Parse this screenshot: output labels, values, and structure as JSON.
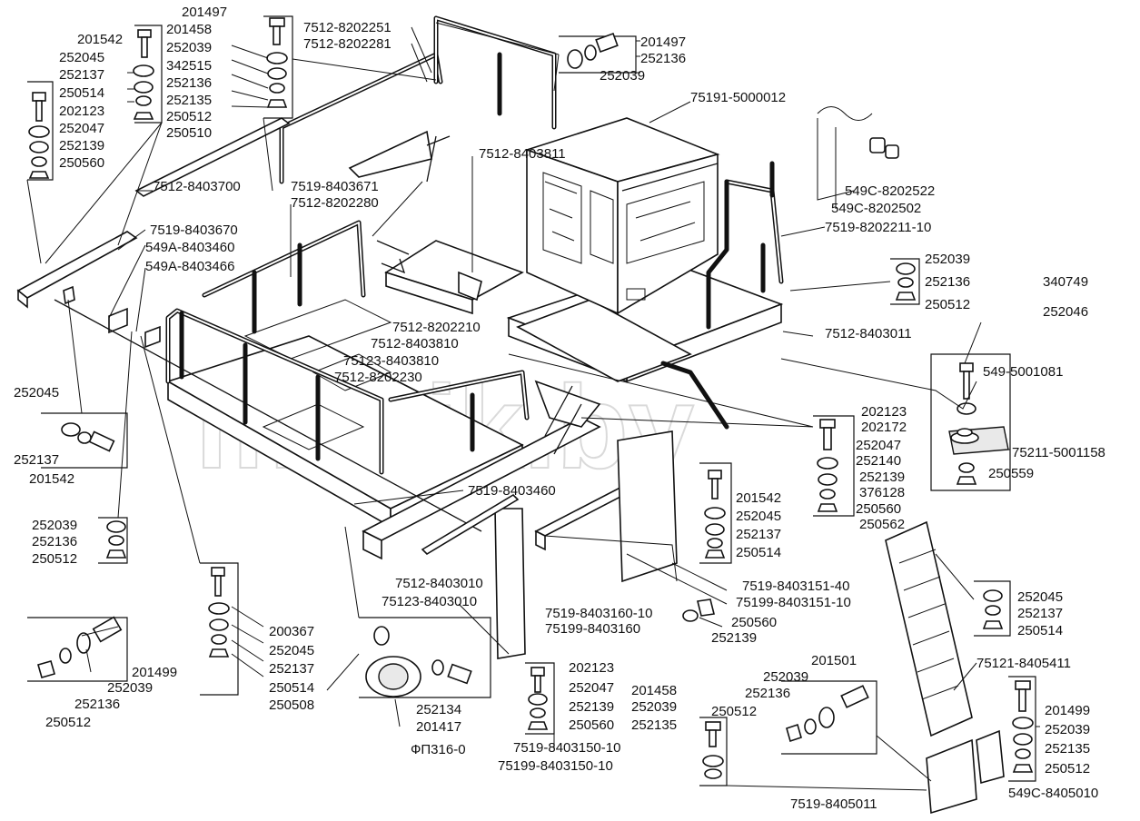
{
  "watermark": "mazik.by",
  "labels": [
    {
      "id": "l-201542-a",
      "text": "201542"
    },
    {
      "id": "l-252045-a",
      "text": "252045"
    },
    {
      "id": "l-252137-a",
      "text": "252137"
    },
    {
      "id": "l-250514-a",
      "text": "250514"
    },
    {
      "id": "l-202123-a",
      "text": "202123"
    },
    {
      "id": "l-252047-a",
      "text": "252047"
    },
    {
      "id": "l-252139-a",
      "text": "252139"
    },
    {
      "id": "l-250560-a",
      "text": "250560"
    },
    {
      "id": "l-201497-a",
      "text": "201497"
    },
    {
      "id": "l-201458-a",
      "text": "201458"
    },
    {
      "id": "l-252039-a",
      "text": "252039"
    },
    {
      "id": "l-342515",
      "text": "342515"
    },
    {
      "id": "l-252136-a",
      "text": "252136"
    },
    {
      "id": "l-252135-a",
      "text": "252135"
    },
    {
      "id": "l-250512-a",
      "text": "250512"
    },
    {
      "id": "l-250510",
      "text": "250510"
    },
    {
      "id": "l-7512-8202251",
      "text": "7512-8202251"
    },
    {
      "id": "l-7512-8202281",
      "text": "7512-8202281"
    },
    {
      "id": "l-201497-b",
      "text": "201497"
    },
    {
      "id": "l-252136-b",
      "text": "252136"
    },
    {
      "id": "l-252039-b",
      "text": "252039"
    },
    {
      "id": "l-75191-5000012",
      "text": "75191-5000012"
    },
    {
      "id": "l-7512-8403811",
      "text": "7512-8403811"
    },
    {
      "id": "l-549c-8202522",
      "text": "549С-8202522"
    },
    {
      "id": "l-549c-8202502",
      "text": "549С-8202502"
    },
    {
      "id": "l-7519-8202211-10",
      "text": "7519-8202211-10"
    },
    {
      "id": "l-7519-8403671",
      "text": "7519-8403671"
    },
    {
      "id": "l-7512-8403700",
      "text": "7512-8403700"
    },
    {
      "id": "l-7512-8202280",
      "text": "7512-8202280"
    },
    {
      "id": "l-7519-8403670",
      "text": "7519-8403670"
    },
    {
      "id": "l-549a-8403460",
      "text": "549А-8403460"
    },
    {
      "id": "l-549a-8403466",
      "text": "549А-8403466"
    },
    {
      "id": "l-252039-c",
      "text": "252039"
    },
    {
      "id": "l-252136-c",
      "text": "252136"
    },
    {
      "id": "l-250512-c",
      "text": "250512"
    },
    {
      "id": "l-340749",
      "text": "340749"
    },
    {
      "id": "l-252046",
      "text": "252046"
    },
    {
      "id": "l-7512-8202210",
      "text": "7512-8202210"
    },
    {
      "id": "l-7512-8403810",
      "text": "7512-8403810"
    },
    {
      "id": "l-75123-8403810",
      "text": "75123-8403810"
    },
    {
      "id": "l-7512-8202230",
      "text": "7512-8202230"
    },
    {
      "id": "l-7512-8403011",
      "text": "7512-8403011"
    },
    {
      "id": "l-549-5001081",
      "text": "549-5001081"
    },
    {
      "id": "l-252045-b",
      "text": "252045"
    },
    {
      "id": "l-202123-b",
      "text": "202123"
    },
    {
      "id": "l-202172",
      "text": "202172"
    },
    {
      "id": "l-252047-b",
      "text": "252047"
    },
    {
      "id": "l-252140",
      "text": "252140"
    },
    {
      "id": "l-252139-b",
      "text": "252139"
    },
    {
      "id": "l-376128",
      "text": "376128"
    },
    {
      "id": "l-250560-b",
      "text": "250560"
    },
    {
      "id": "l-250562",
      "text": "250562"
    },
    {
      "id": "l-75211-5001158",
      "text": "75211-5001158"
    },
    {
      "id": "l-250559",
      "text": "250559"
    },
    {
      "id": "l-252137-b",
      "text": "252137"
    },
    {
      "id": "l-201542-b",
      "text": "201542"
    },
    {
      "id": "l-201542-c",
      "text": "201542"
    },
    {
      "id": "l-252045-c",
      "text": "252045"
    },
    {
      "id": "l-252137-c",
      "text": "252137"
    },
    {
      "id": "l-250514-b",
      "text": "250514"
    },
    {
      "id": "l-7519-8403460",
      "text": "7519-8403460"
    },
    {
      "id": "l-252039-d",
      "text": "252039"
    },
    {
      "id": "l-252136-d",
      "text": "252136"
    },
    {
      "id": "l-250512-d",
      "text": "250512"
    },
    {
      "id": "l-7519-8403151-40",
      "text": "7519-8403151-40"
    },
    {
      "id": "l-75199-8403151-10",
      "text": "75199-8403151-10"
    },
    {
      "id": "l-252045-d",
      "text": "252045"
    },
    {
      "id": "l-252137-d",
      "text": "252137"
    },
    {
      "id": "l-250514-c",
      "text": "250514"
    },
    {
      "id": "l-7512-8403010",
      "text": "7512-8403010"
    },
    {
      "id": "l-75123-8403010",
      "text": "75123-8403010"
    },
    {
      "id": "l-7519-8403160-10",
      "text": "7519-8403160-10"
    },
    {
      "id": "l-75199-8403160",
      "text": "75199-8403160"
    },
    {
      "id": "l-250560-c",
      "text": "250560"
    },
    {
      "id": "l-252139-c",
      "text": "252139"
    },
    {
      "id": "l-200367",
      "text": "200367"
    },
    {
      "id": "l-252045-e",
      "text": "252045"
    },
    {
      "id": "l-252137-e",
      "text": "252137"
    },
    {
      "id": "l-250514-d",
      "text": "250514"
    },
    {
      "id": "l-250508",
      "text": "250508"
    },
    {
      "id": "l-75121-8405411",
      "text": "75121-8405411"
    },
    {
      "id": "l-201499-a",
      "text": "201499"
    },
    {
      "id": "l-252039-e",
      "text": "252039"
    },
    {
      "id": "l-252136-e",
      "text": "252136"
    },
    {
      "id": "l-250512-e",
      "text": "250512"
    },
    {
      "id": "l-202123-c",
      "text": "202123"
    },
    {
      "id": "l-252047-c",
      "text": "252047"
    },
    {
      "id": "l-252139-d",
      "text": "252139"
    },
    {
      "id": "l-250560-d",
      "text": "250560"
    },
    {
      "id": "l-201501",
      "text": "201501"
    },
    {
      "id": "l-252039-f",
      "text": "252039"
    },
    {
      "id": "l-252136-f",
      "text": "252136"
    },
    {
      "id": "l-250512-f",
      "text": "250512"
    },
    {
      "id": "l-201458-b",
      "text": "201458"
    },
    {
      "id": "l-252039-g",
      "text": "252039"
    },
    {
      "id": "l-252135-b",
      "text": "252135"
    },
    {
      "id": "l-201499-b",
      "text": "201499"
    },
    {
      "id": "l-252039-h",
      "text": "252039"
    },
    {
      "id": "l-252135-c",
      "text": "252135"
    },
    {
      "id": "l-250512-g",
      "text": "250512"
    },
    {
      "id": "l-252134",
      "text": "252134"
    },
    {
      "id": "l-201417",
      "text": "201417"
    },
    {
      "id": "l-fp316-0",
      "text": "ФП316-0"
    },
    {
      "id": "l-7519-8403150-10",
      "text": "7519-8403150-10"
    },
    {
      "id": "l-75199-8403150-10",
      "text": "75199-8403150-10"
    },
    {
      "id": "l-7519-8405011",
      "text": "7519-8405011"
    },
    {
      "id": "l-549c-8405010",
      "text": "549С-8405010"
    }
  ]
}
